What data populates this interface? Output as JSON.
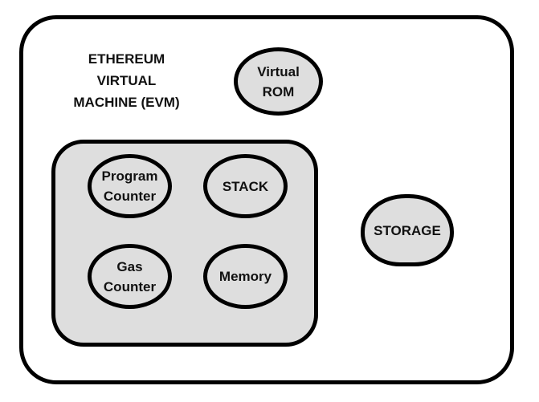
{
  "diagram": {
    "title_lines": [
      "ETHEREUM",
      "VIRTUAL",
      "MACHINE (EVM)"
    ],
    "colors": {
      "stroke": "#000000",
      "node_fill": "#dedede",
      "background": "#ffffff"
    },
    "nodes": {
      "virtual_rom": {
        "lines": [
          "Virtual",
          "ROM"
        ]
      },
      "program_counter": {
        "lines": [
          "Program",
          "Counter"
        ]
      },
      "stack": {
        "lines": [
          "STACK"
        ]
      },
      "gas_counter": {
        "lines": [
          "Gas",
          "Counter"
        ]
      },
      "memory": {
        "lines": [
          "Memory"
        ]
      },
      "storage": {
        "lines": [
          "STORAGE"
        ]
      }
    }
  }
}
